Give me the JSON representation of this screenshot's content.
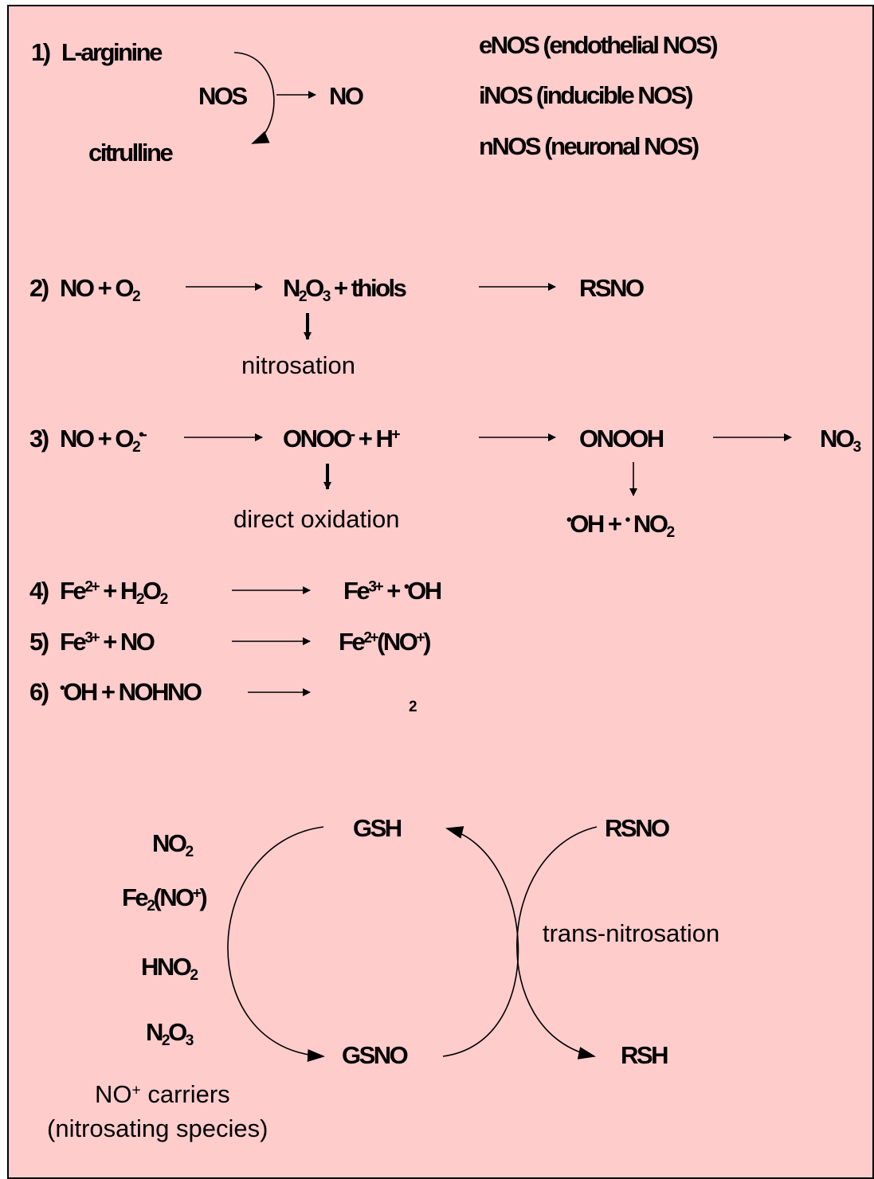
{
  "r1": {
    "num": "1)",
    "arginine": "L-arginine",
    "nos": "NOS",
    "no": "NO",
    "citrulline": "citrulline"
  },
  "isoforms": [
    "eNOS (endothelial NOS)",
    "iNOS (inducible NOS)",
    "nNOS (neuronal NOS)"
  ],
  "r2": {
    "num": "2)",
    "lhs": "NO + O",
    "lhs_sub": "2",
    "mid_a": "N",
    "mid_sub1": "2",
    "mid_b": "O",
    "mid_sub2": "3",
    "mid_c": " + thiols",
    "rhs": "RSNO",
    "note": "nitrosation"
  },
  "r3": {
    "num": "3)",
    "lhs": "NO + O",
    "lhs_sub": "2",
    "lhs_sup": "•-",
    "mid_a": "ONOO",
    "mid_sup": "-",
    "mid_b": " + H",
    "mid_sup2": "+",
    "prod": "ONOOH",
    "end": "NO",
    "end_sub": "3",
    "note": "direct oxidation",
    "split_a": "•",
    "split_b": "OH + ",
    "split_c": "•",
    "split_d": " NO",
    "split_sub": "2"
  },
  "r4": {
    "num": "4)",
    "lhs_a": "Fe",
    "lhs_sup": "2+",
    "lhs_b": " + H",
    "lhs_sub1": "2",
    "lhs_c": "O",
    "lhs_sub2": "2",
    "rhs_a": "Fe",
    "rhs_sup": "3+",
    "rhs_b": " + ",
    "rhs_dot": "•",
    "rhs_c": "OH"
  },
  "r5": {
    "num": "5)",
    "lhs_a": "Fe",
    "lhs_sup": "3+",
    "lhs_b": " + NO",
    "rhs_a": "Fe",
    "rhs_sup": "2+",
    "rhs_b": "(NO",
    "rhs_sup2": "+",
    "rhs_c": ")"
  },
  "r6": {
    "num": "6)",
    "dot": "•",
    "lhs": "OH + NOHNO",
    "rhs_sub": "2"
  },
  "carriers": {
    "items": [
      {
        "a": "NO",
        "sub": "2",
        "b": "",
        "sub2": "",
        "c": ""
      },
      {
        "a": "Fe",
        "sub": "2",
        "b": "(NO",
        "sup": "+",
        "c": ")"
      },
      {
        "a": "HNO",
        "sub": "2",
        "b": "",
        "sub2": "",
        "c": ""
      },
      {
        "a": "N",
        "sub": "2",
        "b": "O",
        "sub2": "3",
        "c": ""
      }
    ],
    "caption_a": "NO",
    "caption_sup": "+",
    "caption_b": " carriers",
    "caption_2": "(nitrosating species)"
  },
  "cycle": {
    "gsh": "GSH",
    "gsno": "GSNO",
    "rsno": "RSNO",
    "rsh": "RSH",
    "label": "trans-nitrosation"
  }
}
